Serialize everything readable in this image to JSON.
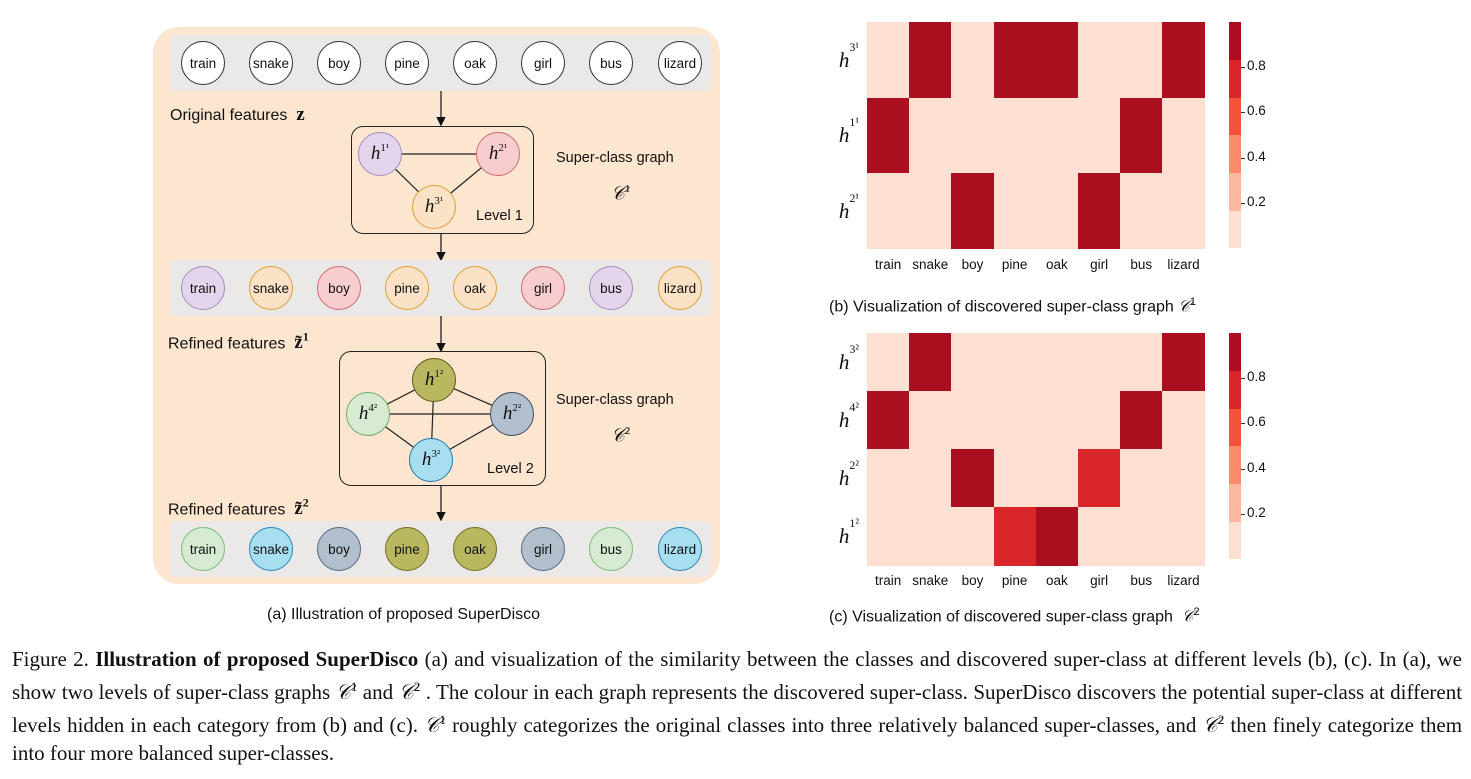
{
  "classes": [
    "train",
    "snake",
    "boy",
    "pine",
    "oak",
    "girl",
    "bus",
    "lizard"
  ],
  "panel_a": {
    "original_label": "Original features",
    "original_symbol": "z",
    "refined1_label": "Refined features",
    "refined1_symbol": "z̃",
    "refined1_sup": "1",
    "refined2_label": "Refined features",
    "refined2_symbol": "z̃",
    "refined2_sup": "2",
    "graph1_title": "Super-class graph",
    "graph1_symbol": "𝒞",
    "graph1_sup": "1",
    "graph1_level": "Level 1",
    "graph2_title": "Super-class graph",
    "graph2_symbol": "𝒞",
    "graph2_sup": "2",
    "graph2_level": "Level 2",
    "caption": "(a) Illustration of proposed SuperDisco",
    "row1_colors": [
      "#ffffff",
      "#ffffff",
      "#ffffff",
      "#ffffff",
      "#ffffff",
      "#ffffff",
      "#ffffff",
      "#ffffff"
    ],
    "row2_colors": [
      "#e3d6ec",
      "#fbe1c6",
      "#f7cdd0",
      "#fbe1c6",
      "#fbe1c6",
      "#f7cdd0",
      "#e3d6ec",
      "#fbe1c6"
    ],
    "row2_borders": [
      "#a58bc3",
      "#e0a032",
      "#d06a6f",
      "#e0a032",
      "#e0a032",
      "#d06a6f",
      "#a58bc3",
      "#e0a032"
    ],
    "row3_colors": [
      "#d6ebd2",
      "#a8dff0",
      "#b2bfcc",
      "#b9b860",
      "#b9b860",
      "#b2bfcc",
      "#d6ebd2",
      "#a8dff0"
    ],
    "row3_borders": [
      "#7fb77a",
      "#2b86b8",
      "#556a84",
      "#6f6d22",
      "#6f6d22",
      "#556a84",
      "#7fb77a",
      "#2b86b8"
    ],
    "graph1_nodes": [
      {
        "sym": "h",
        "sup": "1¹",
        "fill": "#e3d6ec",
        "border": "#a58bc3"
      },
      {
        "sym": "h",
        "sup": "2¹",
        "fill": "#f7cdd0",
        "border": "#d06a6f"
      },
      {
        "sym": "h",
        "sup": "3¹",
        "fill": "#fbe1c6",
        "border": "#e0a032"
      }
    ],
    "graph2_nodes": [
      {
        "sym": "h",
        "sup": "1²",
        "fill": "#b9b860",
        "border": "#5a591a"
      },
      {
        "sym": "h",
        "sup": "2²",
        "fill": "#b2bfcc",
        "border": "#3c4d63"
      },
      {
        "sym": "h",
        "sup": "3²",
        "fill": "#a8dff0",
        "border": "#1f78aa"
      },
      {
        "sym": "h",
        "sup": "4²",
        "fill": "#d6ebd2",
        "border": "#6fab69"
      }
    ]
  },
  "panel_b": {
    "caption": "(b) Visualization of discovered super-class graph",
    "caption_symbol": "𝒞",
    "caption_sup": "1",
    "row_labels": [
      {
        "sym": "h",
        "sup": "3¹"
      },
      {
        "sym": "h",
        "sup": "1¹"
      },
      {
        "sym": "h",
        "sup": "2¹"
      }
    ]
  },
  "panel_c": {
    "caption": "(c) Visualization of discovered super-class graph",
    "caption_symbol": "𝒞",
    "caption_sup": "2",
    "row_labels": [
      {
        "sym": "h",
        "sup": "3²"
      },
      {
        "sym": "h",
        "sup": "4²"
      },
      {
        "sym": "h",
        "sup": "2²"
      },
      {
        "sym": "h",
        "sup": "1²"
      }
    ]
  },
  "chart_data": [
    {
      "type": "heatmap",
      "x": [
        "train",
        "snake",
        "boy",
        "pine",
        "oak",
        "girl",
        "bus",
        "lizard"
      ],
      "y": [
        "h3¹",
        "h1¹",
        "h2¹"
      ],
      "values": [
        [
          0.05,
          0.95,
          0.05,
          0.95,
          0.95,
          0.05,
          0.05,
          0.95
        ],
        [
          0.95,
          0.05,
          0.05,
          0.05,
          0.05,
          0.05,
          0.95,
          0.05
        ],
        [
          0.05,
          0.05,
          0.95,
          0.05,
          0.05,
          0.95,
          0.05,
          0.05
        ]
      ],
      "colorbar_ticks": [
        "0.2",
        "0.4",
        "0.6",
        "0.8"
      ]
    },
    {
      "type": "heatmap",
      "x": [
        "train",
        "snake",
        "boy",
        "pine",
        "oak",
        "girl",
        "bus",
        "lizard"
      ],
      "y": [
        "h3²",
        "h4²",
        "h2²",
        "h1²"
      ],
      "values": [
        [
          0.05,
          0.95,
          0.05,
          0.05,
          0.05,
          0.05,
          0.05,
          0.95
        ],
        [
          0.95,
          0.05,
          0.05,
          0.05,
          0.05,
          0.05,
          0.95,
          0.05
        ],
        [
          0.05,
          0.05,
          0.95,
          0.05,
          0.05,
          0.75,
          0.05,
          0.05
        ],
        [
          0.05,
          0.05,
          0.05,
          0.75,
          0.95,
          0.05,
          0.05,
          0.05
        ]
      ],
      "colorbar_ticks": [
        "0.2",
        "0.4",
        "0.6",
        "0.8"
      ]
    }
  ],
  "figure_caption": {
    "prefix": "Figure 2.",
    "bold": "Illustration of proposed SuperDisco",
    "part1": "(a) and visualization of the similarity between the classes and discovered super-class at different levels (b), (c). In (a), we show two levels of super-class graphs",
    "c": "𝒞",
    "sup1": "1",
    "and": "and",
    "sup2": "2",
    "part2": ". The colour in each graph represents the discovered super-class. SuperDisco discovers the potential super-class at different levels hidden in each category from (b) and (c).",
    "part3": "roughly categorizes the original classes into three relatively balanced super-classes, and",
    "part4": "then finely categorize them into four more balanced super-classes."
  }
}
